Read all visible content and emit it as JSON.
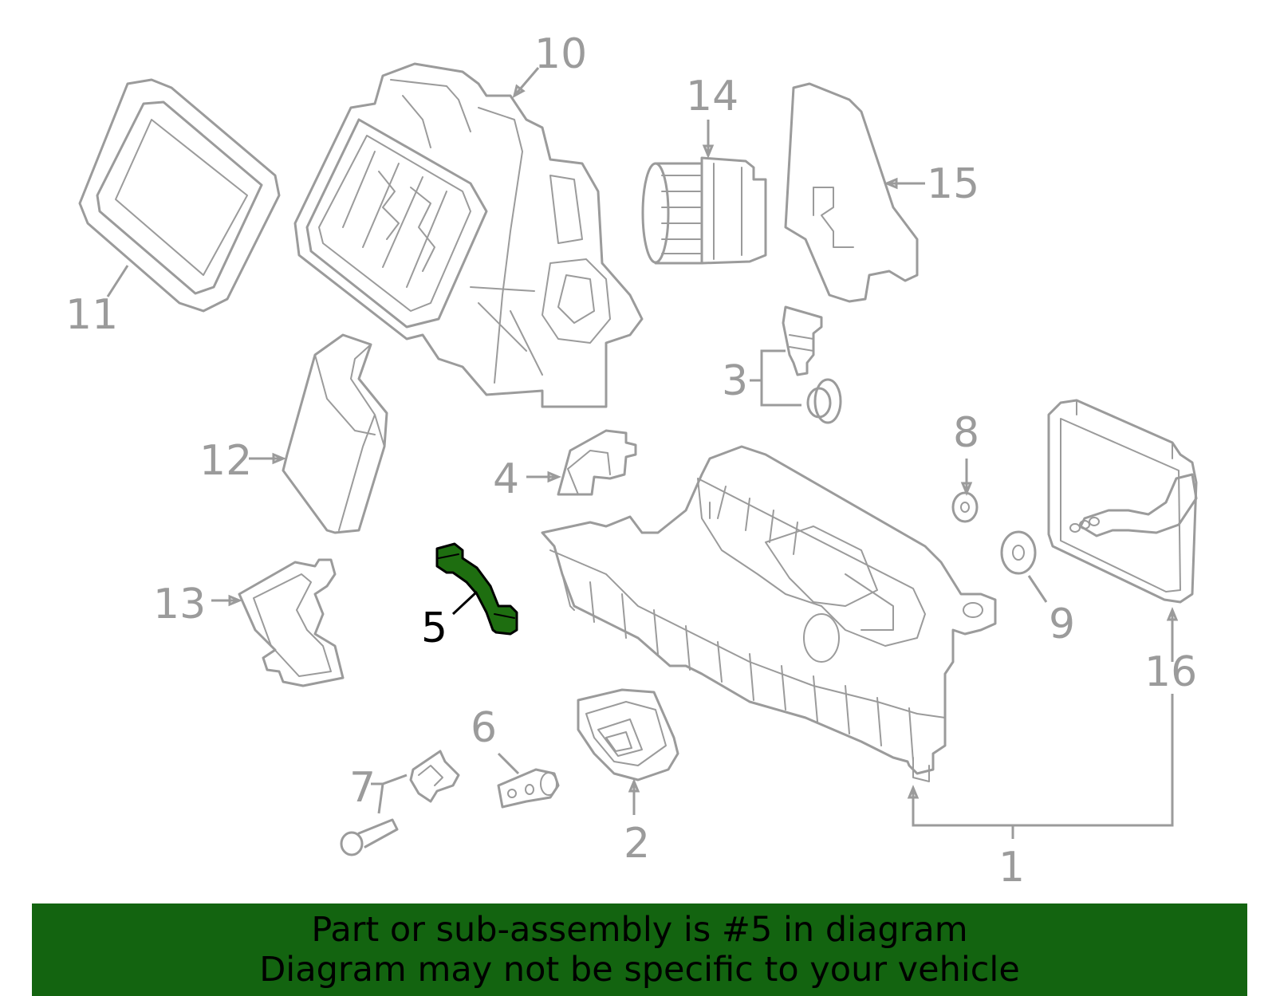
{
  "callouts": {
    "c1": "1",
    "c2": "2",
    "c3": "3",
    "c4": "4",
    "c5": "5",
    "c6": "6",
    "c7": "7",
    "c8": "8",
    "c9": "9",
    "c10": "10",
    "c11": "11",
    "c12": "12",
    "c13": "13",
    "c14": "14",
    "c15": "15",
    "c16": "16"
  },
  "highlight_part": "5",
  "colors": {
    "part_stroke": "#9b9b9b",
    "highlight_fill": "#1e6e10",
    "banner_bg": "#136410",
    "banner_text": "#000000"
  },
  "banner": {
    "line1": "Part or sub-assembly is #5 in diagram",
    "line2": "Diagram may not be specific to your vehicle"
  }
}
